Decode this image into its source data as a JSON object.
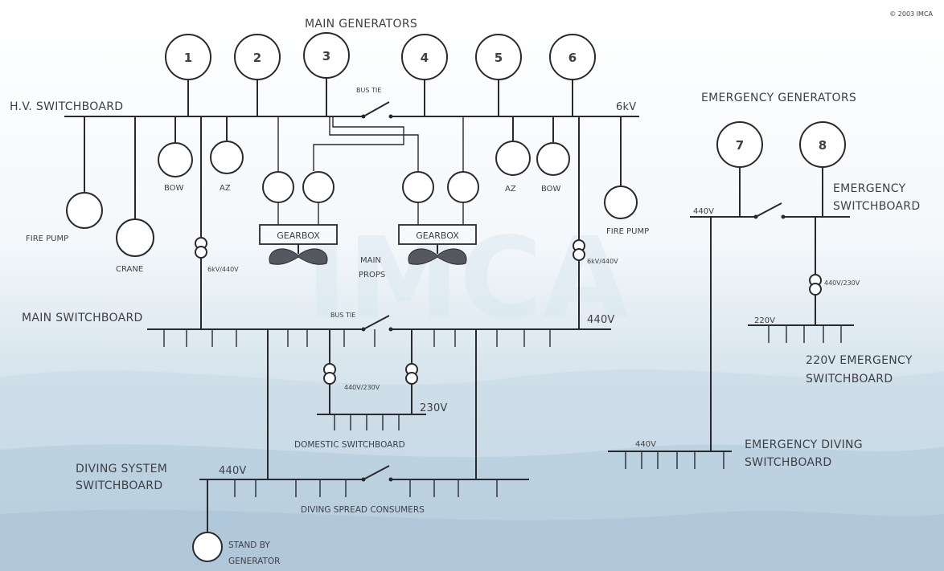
{
  "copyright": "© 2003 IMCA",
  "labels": {
    "main_generators": "MAIN GENERATORS",
    "hv_switchboard": "H.V. SWITCHBOARD",
    "hv_voltage": "6kV",
    "bus_tie": "BUS TIE",
    "fire_pump": "FIRE PUMP",
    "crane": "CRANE",
    "bow": "BOW",
    "az": "AZ",
    "gearbox": "GEARBOX",
    "main_props_1": "MAIN",
    "main_props_2": "PROPS",
    "transformer_hv": "6kV/440V",
    "main_switchboard": "MAIN SWITCHBOARD",
    "v440": "440V",
    "transformer_lv": "440V/230V",
    "v230": "230V",
    "domestic_switchboard": "DOMESTIC SWITCHBOARD",
    "diving_system_1": "DIVING SYSTEM",
    "diving_system_2": "SWITCHBOARD",
    "diving_spread_consumers": "DIVING SPREAD CONSUMERS",
    "stand_by_1": "STAND BY",
    "stand_by_2": "GENERATOR",
    "emergency_generators": "EMERGENCY GENERATORS",
    "emergency_switchboard_1": "EMERGENCY",
    "emergency_switchboard_2": "SWITCHBOARD",
    "v220": "220V",
    "emergency_220_1": "220V EMERGENCY",
    "emergency_220_2": "SWITCHBOARD",
    "emergency_diving_1": "EMERGENCY DIVING",
    "emergency_diving_2": "SWITCHBOARD"
  },
  "main_generators": [
    "1",
    "2",
    "3",
    "4",
    "5",
    "6"
  ],
  "emergency_generators": [
    "7",
    "8"
  ]
}
